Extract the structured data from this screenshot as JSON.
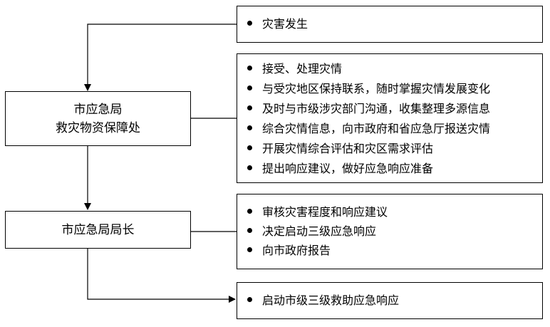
{
  "roles": [
    {
      "id": "relief-office",
      "lines": [
        "市应急局",
        "救灾物资保障处"
      ]
    },
    {
      "id": "director",
      "lines": [
        "市应急局局长"
      ]
    }
  ],
  "action_groups": [
    {
      "id": "trigger",
      "items": [
        "灾害发生"
      ]
    },
    {
      "id": "office-tasks",
      "items": [
        "接受、处理灾情",
        "与受灾地区保持联系，随时掌握灾情发展变化",
        "及时与市级涉灾部门沟通，收集整理多源信息",
        "综合灾情信息，向市政府和省应急厅报送灾情",
        "开展灾情综合评估和灾区需求评估",
        "提出响应建议，做好应急响应准备"
      ]
    },
    {
      "id": "director-tasks",
      "items": [
        "审核灾害程度和响应建议",
        "决定启动三级应急响应",
        "向市政府报告"
      ]
    },
    {
      "id": "outcome",
      "items": [
        "启动市级三级救助应急响应"
      ]
    }
  ]
}
